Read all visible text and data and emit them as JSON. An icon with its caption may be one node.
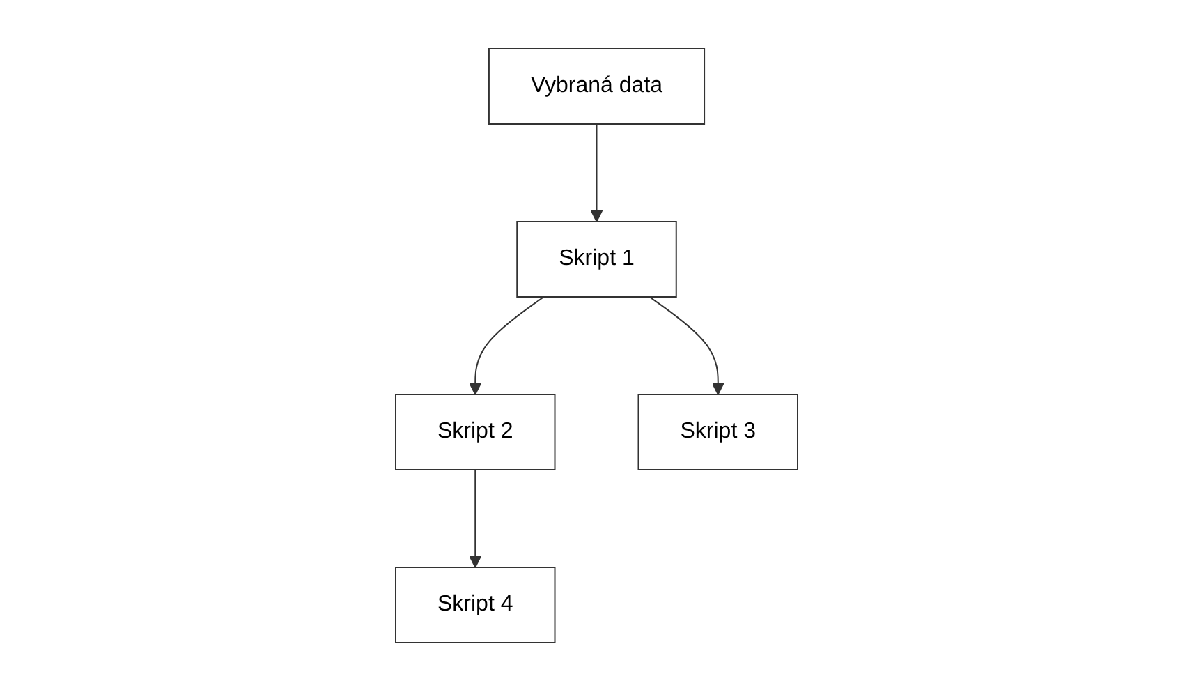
{
  "diagram": {
    "nodes": [
      {
        "text": [
          "Vybraná data"
        ]
      },
      {
        "text": [
          "Skript 2"
        ]
      },
      {
        "text": [
          "Skript 4"
        ]
      },
      {
        "text": [
          "Skript 1"
        ]
      },
      {
        "text": [
          "Skript 3"
        ]
      }
    ],
    "edges": [
      {
        "from": 0,
        "to": 3,
        "arrow": "to"
      },
      {
        "from": 3,
        "to": 1,
        "arrow": "to"
      },
      {
        "from": 1,
        "to": 2,
        "arrow": "to"
      },
      {
        "from": 3,
        "to": 4,
        "arrow": "to"
      }
    ]
  }
}
